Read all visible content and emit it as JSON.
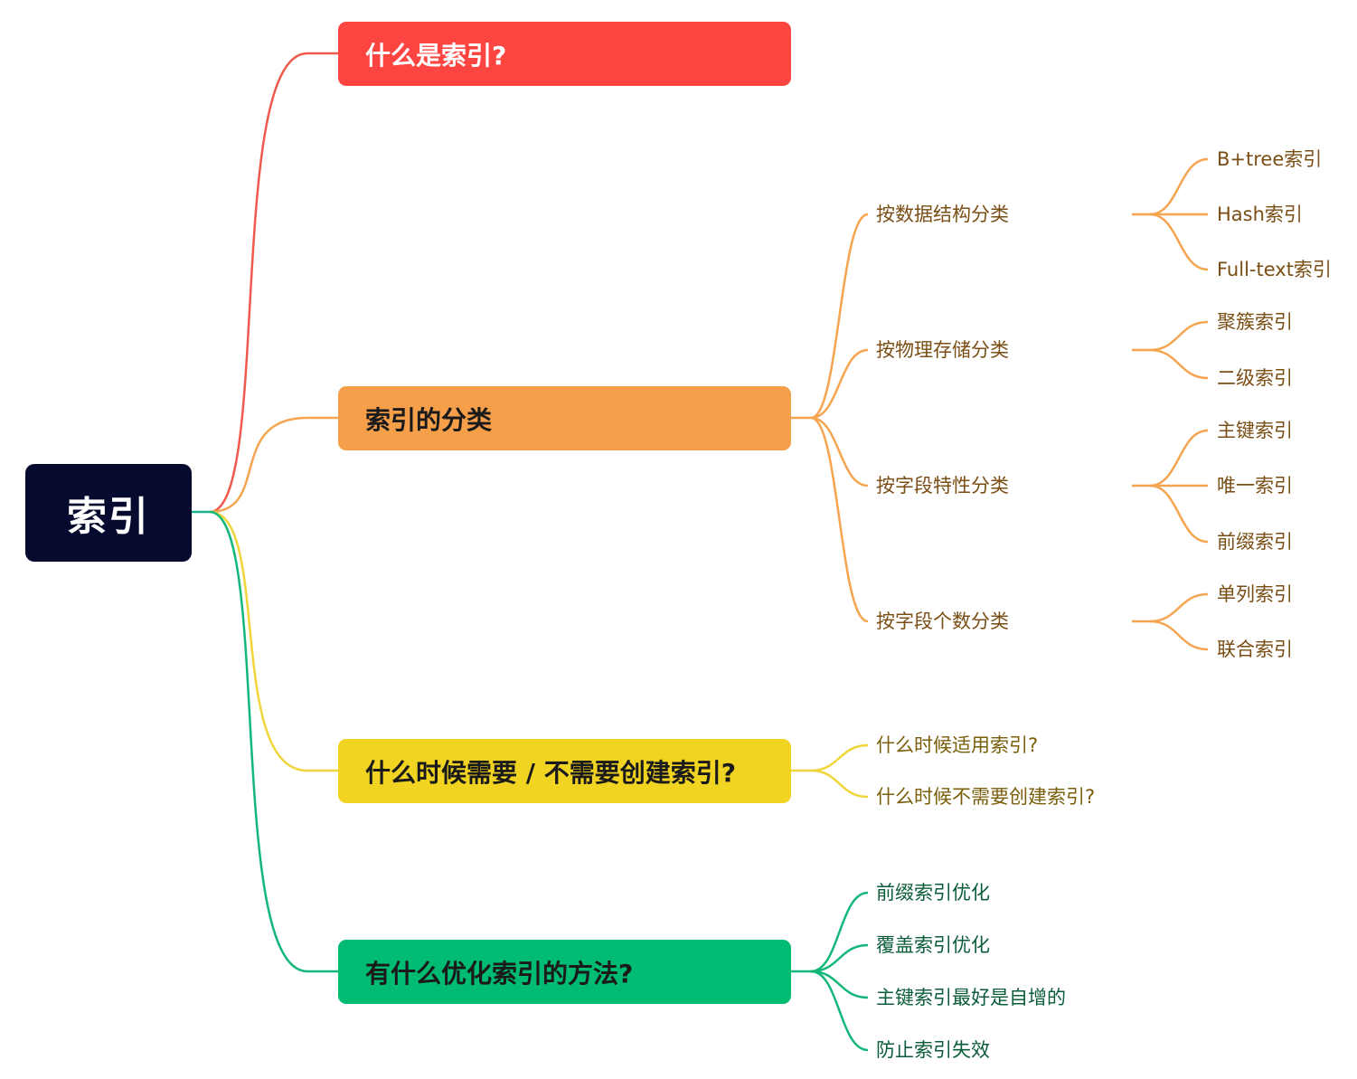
{
  "root": {
    "label": "索引"
  },
  "branches": [
    {
      "label": "什么是索引?",
      "color": "#fc4440",
      "children": []
    },
    {
      "label": "索引的分类",
      "color": "#f59f4b",
      "children": [
        {
          "label": "按数据结构分类",
          "children": [
            "B+tree索引",
            "Hash索引",
            "Full-text索引"
          ]
        },
        {
          "label": "按物理存储分类",
          "children": [
            "聚簇索引",
            "二级索引"
          ]
        },
        {
          "label": "按字段特性分类",
          "children": [
            "主键索引",
            "唯一索引",
            "前缀索引"
          ]
        },
        {
          "label": "按字段个数分类",
          "children": [
            "单列索引",
            "联合索引"
          ]
        }
      ]
    },
    {
      "label": "什么时候需要 / 不需要创建索引?",
      "color": "#f1d321",
      "children": [
        {
          "label": "什么时候适用索引?"
        },
        {
          "label": "什么时候不需要创建索引?"
        }
      ]
    },
    {
      "label": "有什么优化索引的方法?",
      "color": "#00bb72",
      "children": [
        {
          "label": "前缀索引优化"
        },
        {
          "label": "覆盖索引优化"
        },
        {
          "label": "主键索引最好是自增的"
        },
        {
          "label": "防止索引失效"
        }
      ]
    }
  ],
  "edge_colors": {
    "root": "#19b58a",
    "orange": "#f5a54f",
    "yellow": "#f0d53a",
    "green": "#13b779"
  }
}
